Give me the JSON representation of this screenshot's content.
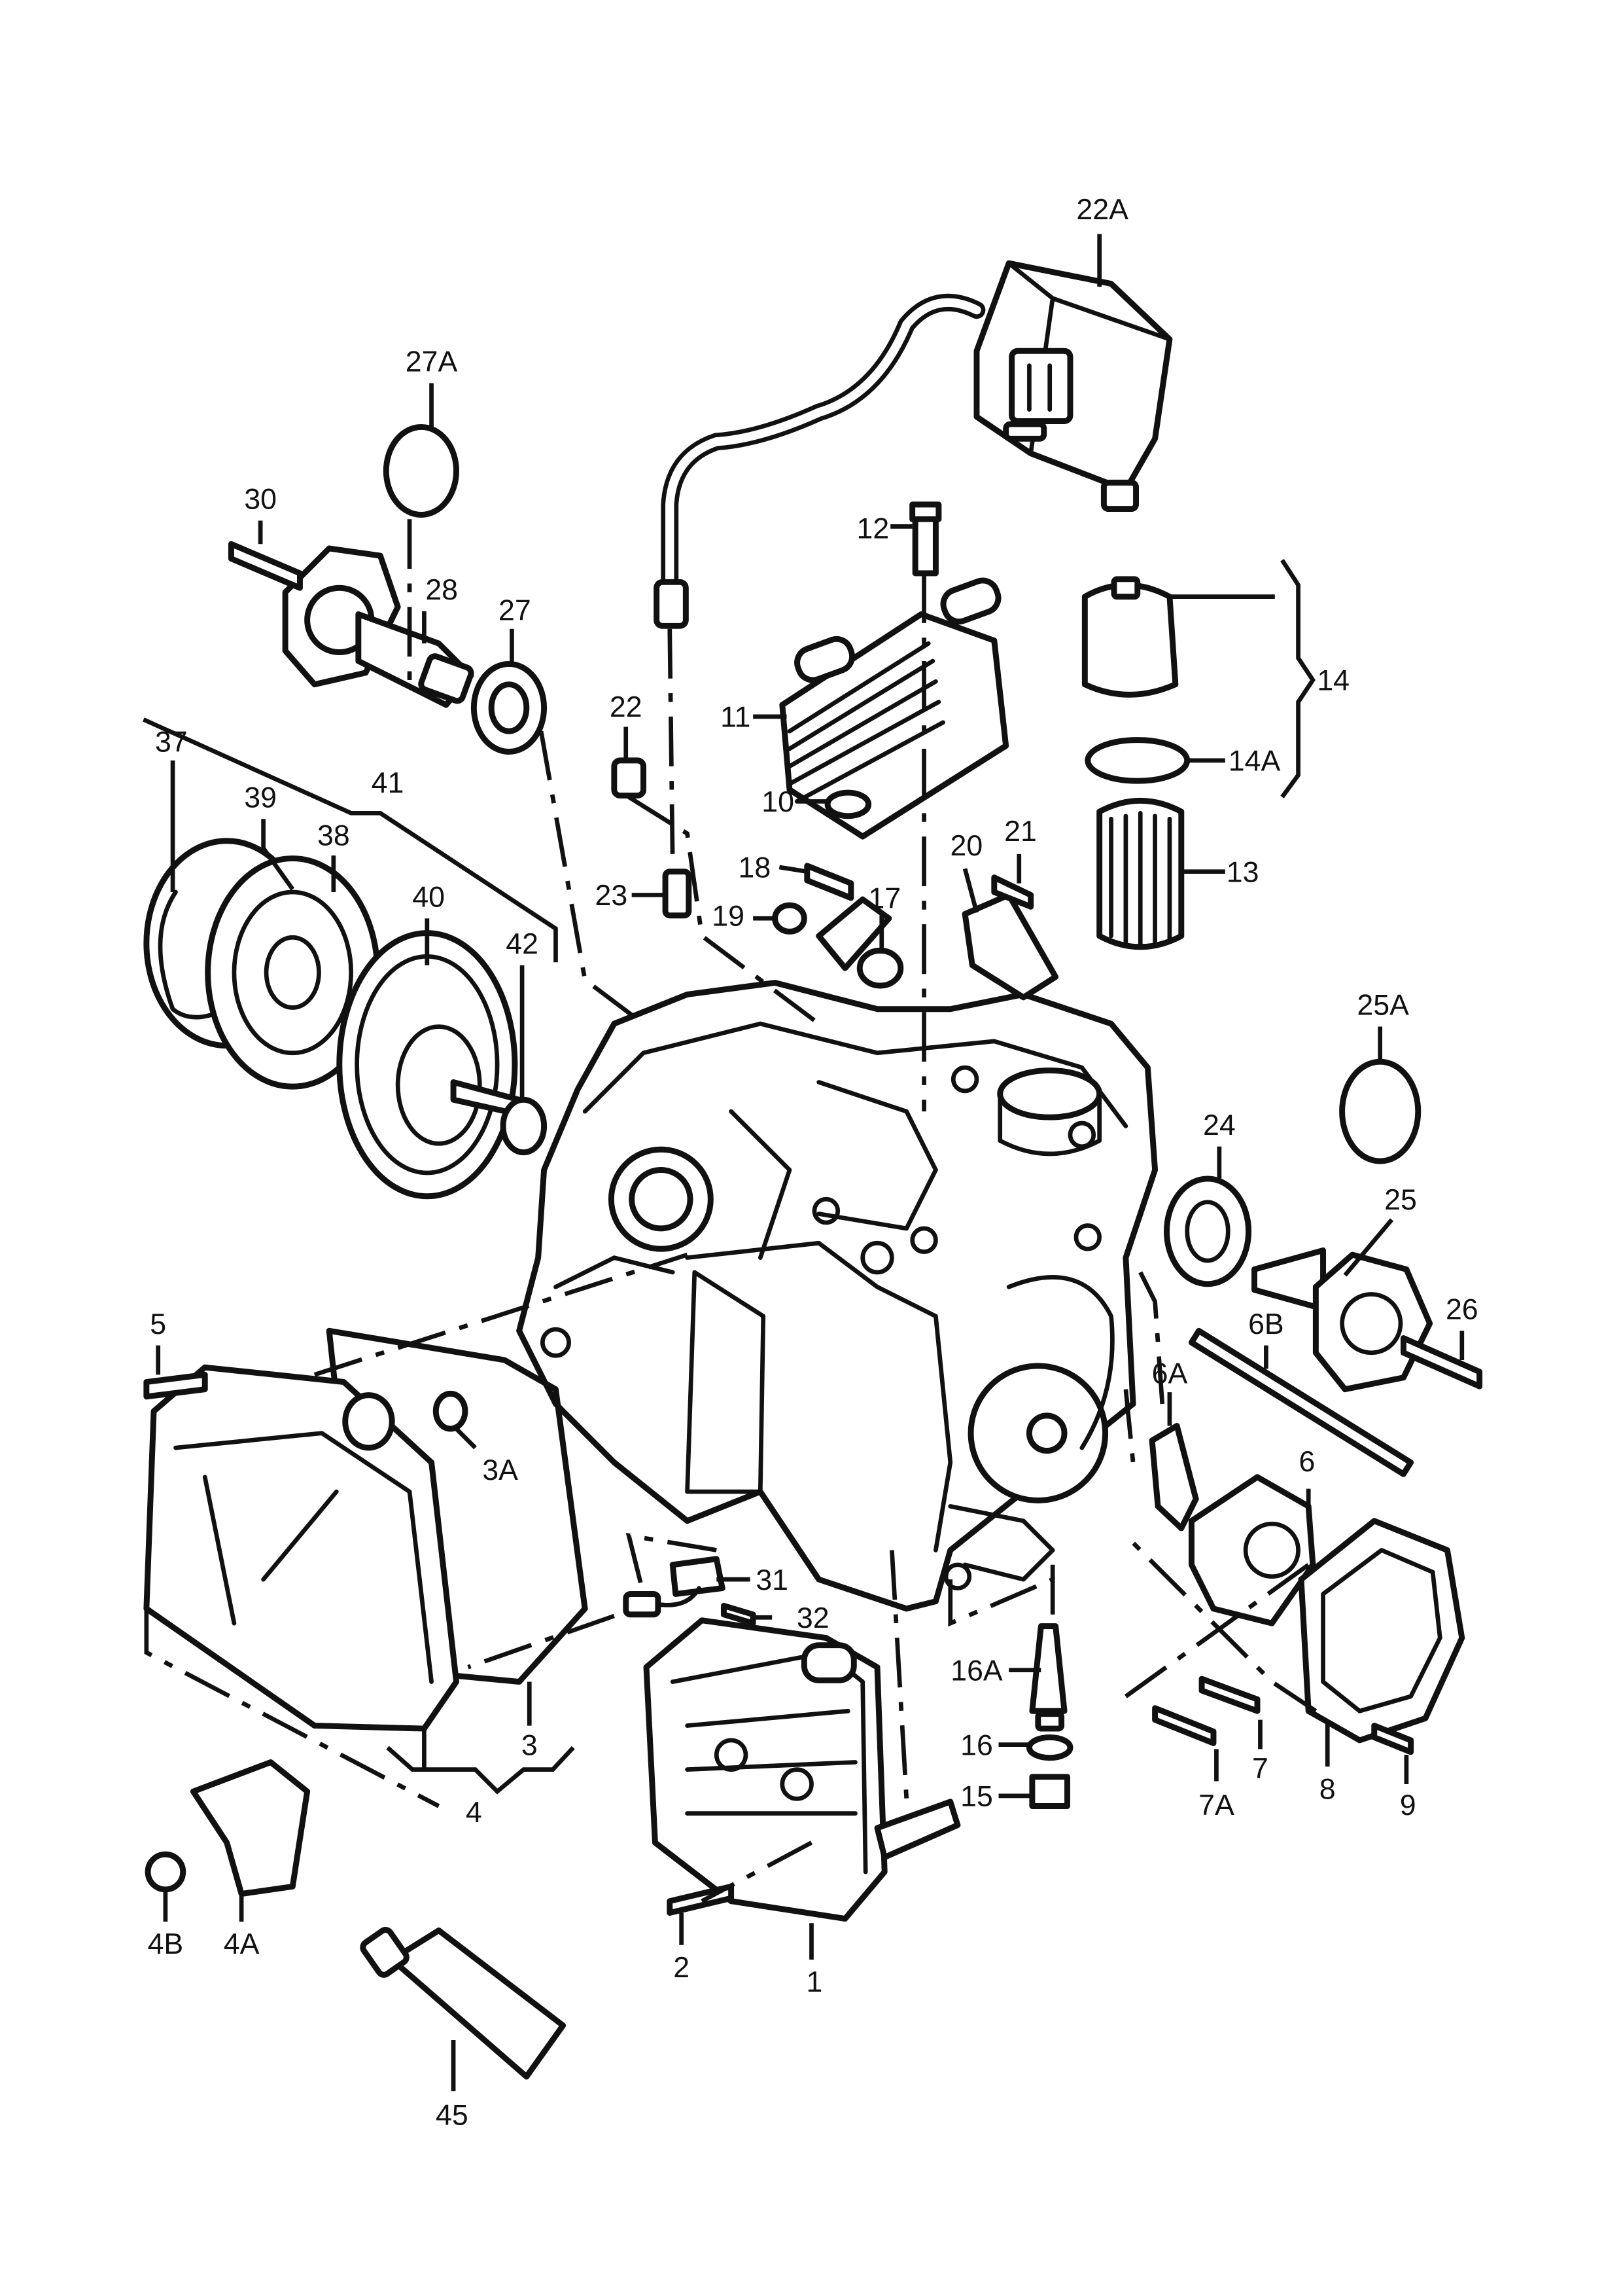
{
  "colors": {
    "ink": "#111111",
    "paper": "#ffffff"
  },
  "callouts": {
    "c22a": "22A",
    "c27a": "27A",
    "c30": "30",
    "c28": "28",
    "c27": "27",
    "c12": "12",
    "c11": "11",
    "c10": "10",
    "c22": "22",
    "c14": "14",
    "c14a": "14A",
    "c13": "13",
    "c37": "37",
    "c39": "39",
    "c41": "41",
    "c38": "38",
    "c40": "40",
    "c42": "42",
    "c18": "18",
    "c17": "17",
    "c19": "19",
    "c20": "20",
    "c21": "21",
    "c23": "23",
    "c25a": "25A",
    "c24": "24",
    "c25": "25",
    "c26": "26",
    "c6b": "6B",
    "c5": "5",
    "c3a": "3A",
    "c6a": "6A",
    "c6": "6",
    "c31": "31",
    "c32": "32",
    "c16a": "16A",
    "c16": "16",
    "c15": "15",
    "c7": "7",
    "c7a": "7A",
    "c8": "8",
    "c9": "9",
    "c3": "3",
    "c4": "4",
    "c4b": "4B",
    "c4a": "4A",
    "c2": "2",
    "c1": "1",
    "c45": "45"
  }
}
